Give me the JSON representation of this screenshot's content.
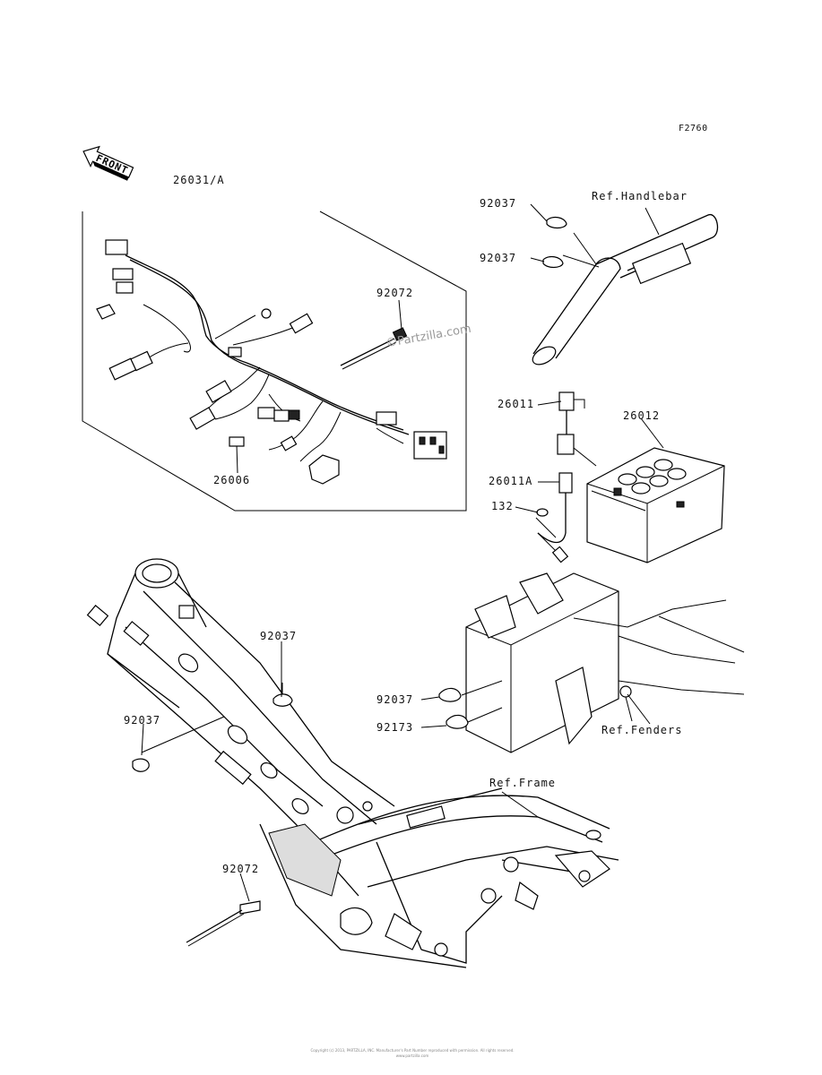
{
  "diagram": {
    "figure_code": "F2760",
    "front_label": "FRONT",
    "watermark": "©Partzilla.com",
    "footer_line1": "Copyright (c) 2013, PARTZILLA, INC. Manufacturer's Part Number reproduced with permission. All rights reserved.",
    "footer_line2": "www.partzilla.com",
    "references": {
      "handlebar": "Ref.Handlebar",
      "fenders": "Ref.Fenders",
      "frame": "Ref.Frame"
    },
    "parts": {
      "harness": "26031/A",
      "band_harness": "92072",
      "clamp_harness": "26006",
      "clamp_handlebar_1": "92037",
      "clamp_handlebar_2": "92037",
      "lead_positive": "26011",
      "battery": "26012",
      "lead_negative": "26011A",
      "bolt": "132",
      "clamp_frame_1": "92037",
      "clamp_frame_2": "92037",
      "clamp_fender": "92037",
      "clamp_fender_2": "92173",
      "band_frame": "92072"
    }
  }
}
